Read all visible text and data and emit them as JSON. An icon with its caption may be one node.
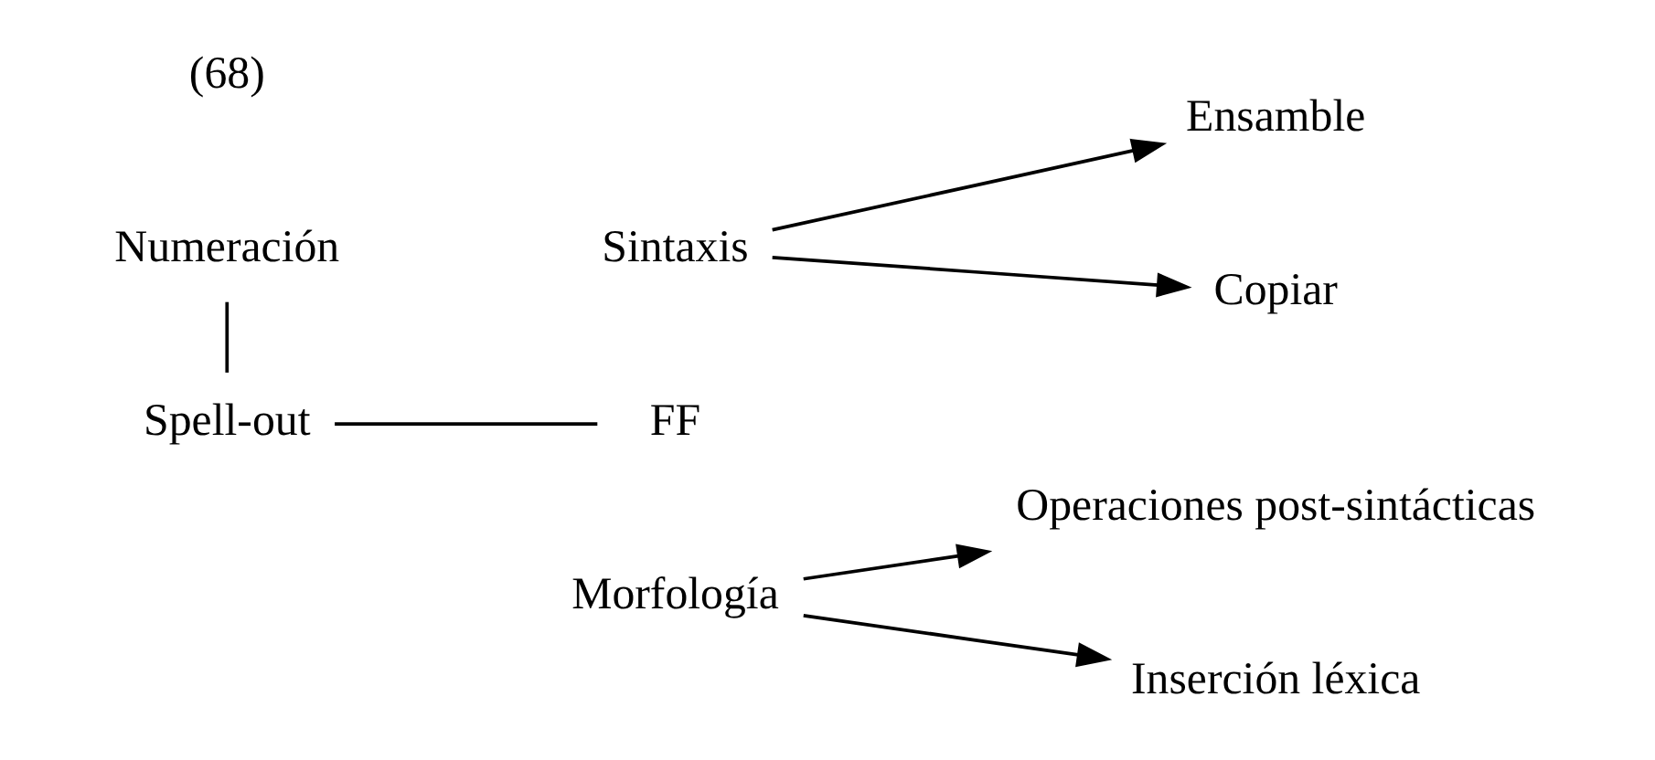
{
  "diagram": {
    "nodes": [
      {
        "text": [
          "Numeración"
        ]
      },
      {
        "text": [
          "Spell-out"
        ]
      },
      {
        "text": [
          "FF"
        ]
      },
      {
        "text": [
          "Sintaxis"
        ]
      },
      {
        "text": [
          "Ensamble"
        ]
      },
      {
        "text": [
          "Copiar"
        ]
      },
      {
        "text": [
          "Morfología"
        ]
      },
      {
        "text": [
          "Operaciones post-sintácticas"
        ]
      },
      {
        "text": [
          "Inserción léxica"
        ]
      }
    ],
    "edges": [
      {
        "from": 0,
        "to": 1,
        "arrow": "none"
      },
      {
        "from": 1,
        "to": 2,
        "arrow": "none"
      },
      {
        "from": 3,
        "to": 4,
        "arrow": "to"
      },
      {
        "from": 3,
        "to": 5,
        "arrow": "to"
      },
      {
        "from": 6,
        "to": 7,
        "arrow": "to"
      },
      {
        "from": 6,
        "to": 8,
        "arrow": "to"
      }
    ],
    "labels": [
      "(68)"
    ]
  }
}
